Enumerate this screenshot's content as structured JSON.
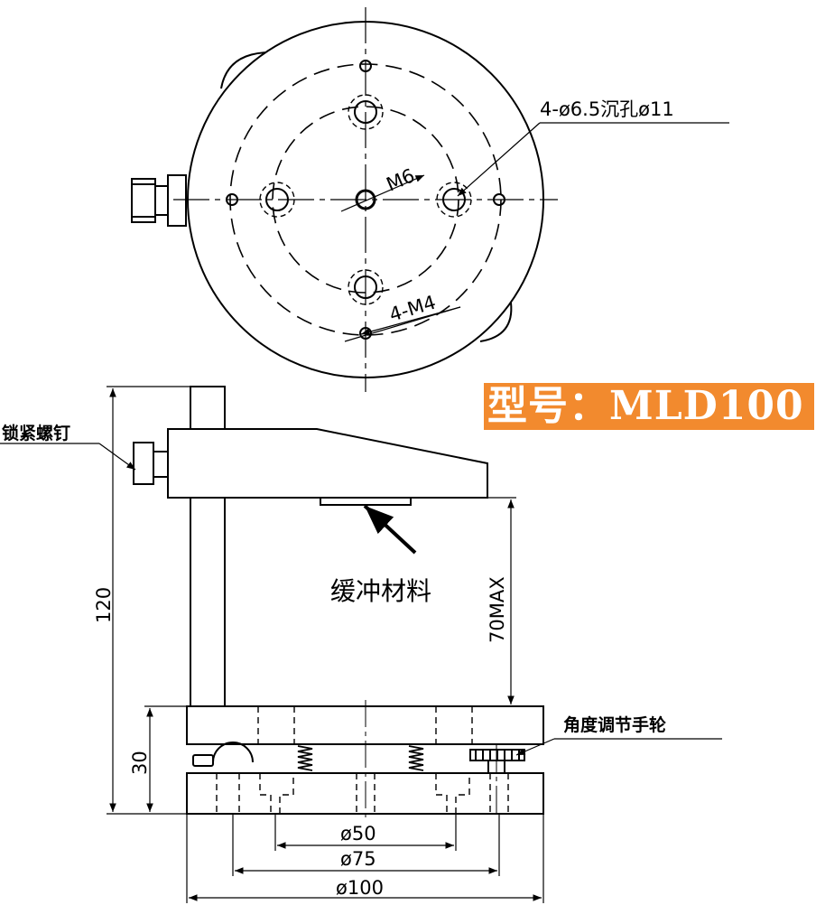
{
  "model": {
    "label": "型号：MLD100"
  },
  "top_view": {
    "countersunk_callout": "4-ø6.5沉孔ø11",
    "center_thread": "M6",
    "mount_threads": "4-M4"
  },
  "side_view": {
    "lock_screw": "锁紧螺钉",
    "buffer_material": "缓冲材料",
    "angle_handwheel": "角度调节手轮"
  },
  "dimensions": {
    "total_height": "120",
    "max_opening": "70MAX",
    "base_height": "30",
    "d_inner": "ø50",
    "d_mid": "ø75",
    "d_outer": "ø100"
  },
  "colors": {
    "model_badge": "#f28a2e",
    "line": "#000000"
  }
}
